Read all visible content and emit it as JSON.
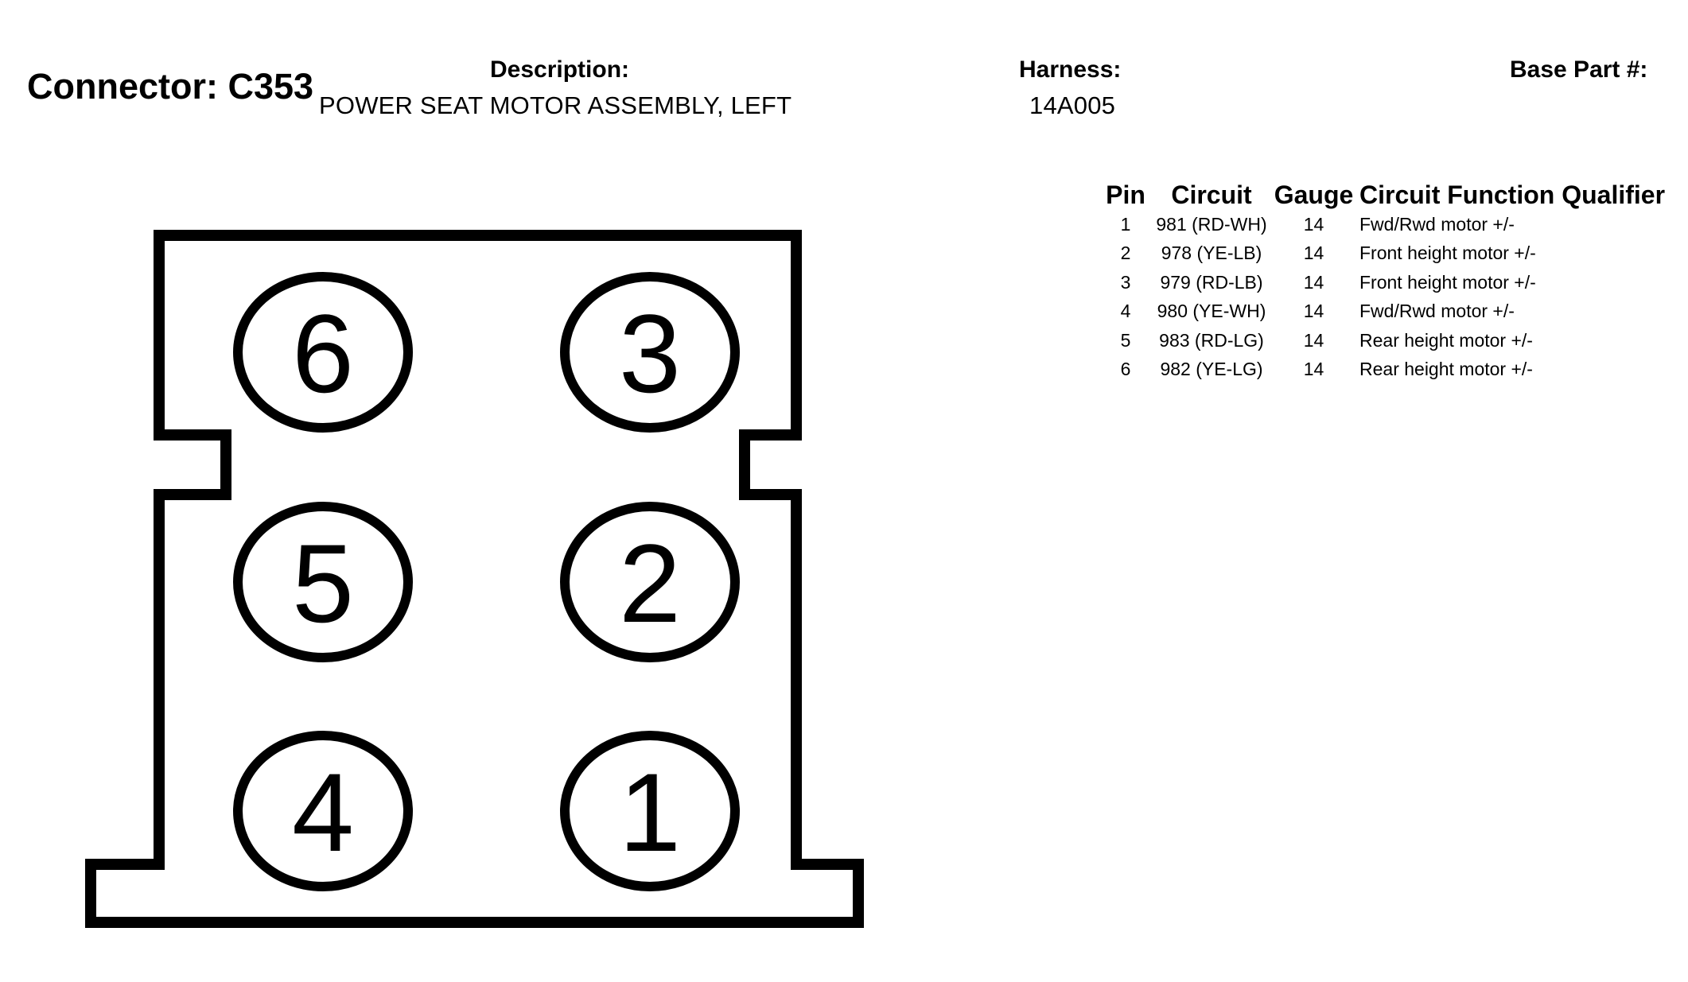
{
  "header": {
    "connector_label": "Connector: C353",
    "description_label": "Description:",
    "description_value": "POWER SEAT MOTOR ASSEMBLY, LEFT",
    "harness_label": "Harness:",
    "harness_value": "14A005",
    "base_part_label": "Base Part #:"
  },
  "diagram": {
    "cavities": [
      "6",
      "3",
      "5",
      "2",
      "4",
      "1"
    ]
  },
  "table": {
    "columns": [
      "Pin",
      "Circuit",
      "Gauge",
      "Circuit Function Qualifier"
    ],
    "rows": [
      {
        "pin": "1",
        "circuit": "981 (RD-WH)",
        "gauge": "14",
        "function": "Fwd/Rwd motor +/-"
      },
      {
        "pin": "2",
        "circuit": "978 (YE-LB)",
        "gauge": "14",
        "function": "Front height motor +/-"
      },
      {
        "pin": "3",
        "circuit": "979 (RD-LB)",
        "gauge": "14",
        "function": "Front height motor +/-"
      },
      {
        "pin": "4",
        "circuit": "980 (YE-WH)",
        "gauge": "14",
        "function": "Fwd/Rwd motor +/-"
      },
      {
        "pin": "5",
        "circuit": "983 (RD-LG)",
        "gauge": "14",
        "function": "Rear height motor +/-"
      },
      {
        "pin": "6",
        "circuit": "982 (YE-LG)",
        "gauge": "14",
        "function": "Rear height motor +/-"
      }
    ]
  }
}
